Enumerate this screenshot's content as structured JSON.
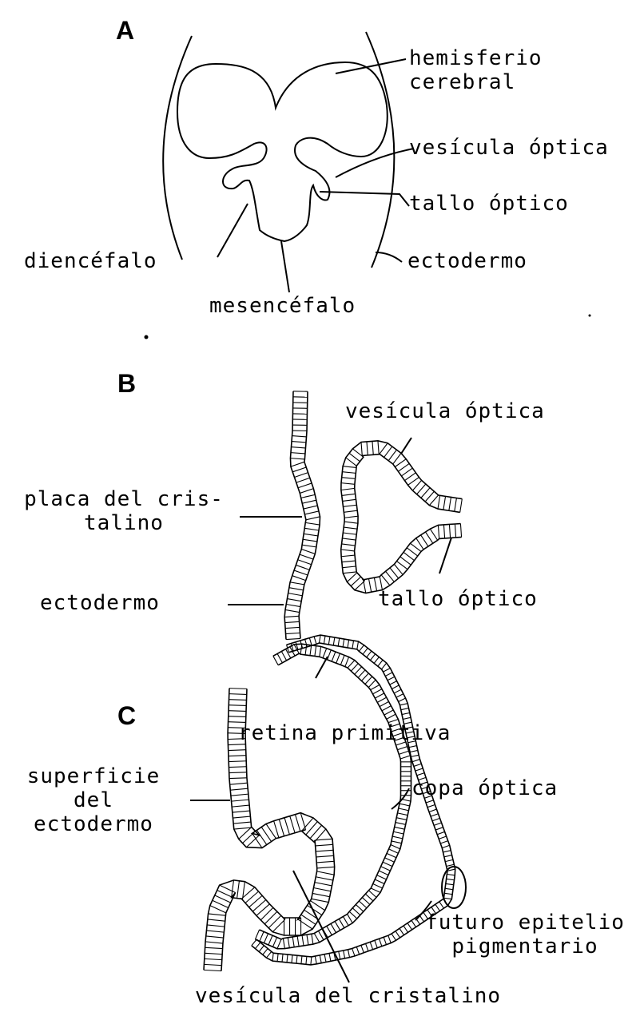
{
  "panels": {
    "a": {
      "letter": "A",
      "labels": {
        "hemisferio": "hemisferio\ncerebral",
        "vesicula": "vesícula óptica",
        "tallo": "tallo óptico",
        "diencefalo": "diencéfalo",
        "ectodermo": "ectodermo",
        "mesencefalo": "mesencéfalo"
      }
    },
    "b": {
      "letter": "B",
      "labels": {
        "vesicula": "vesícula óptica",
        "placa": "placa del cris-\ntalino",
        "ectodermo": "ectodermo",
        "tallo": "tallo óptico"
      }
    },
    "c": {
      "letter": "C",
      "labels": {
        "retina": "retina primitiva",
        "superficie": "superficie\ndel\nectodermo",
        "copa": "copa óptica",
        "futuro": "futuro epitelio\npigmentario",
        "vesicula_cristalino": "vesícula del cristalino"
      }
    }
  },
  "colors": {
    "ink": "#000000",
    "paper": "#ffffff"
  }
}
